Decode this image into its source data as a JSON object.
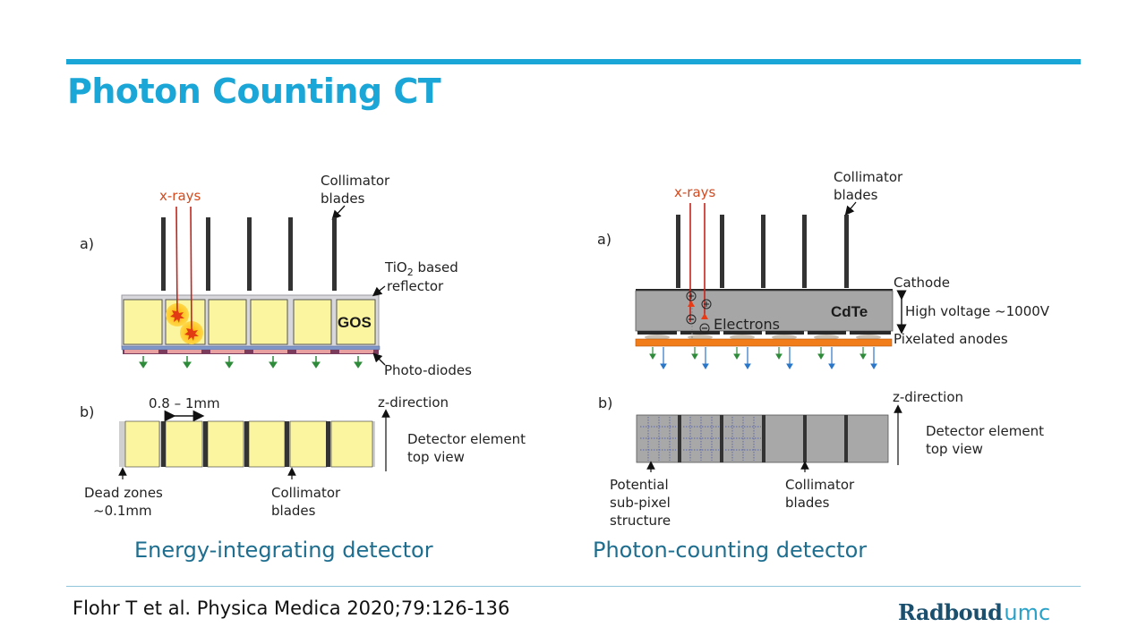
{
  "slide": {
    "title": "Photon Counting CT",
    "citation": "Flohr T et al. Physica Medica 2020;79:126-136",
    "logo": {
      "part1": "Radboud",
      "part2": "umc"
    },
    "colors": {
      "accent": "#1aa6d6",
      "caption": "#1e6e8f",
      "logo_dark": "#1b4f6e",
      "logo_light": "#2aa2c8"
    }
  },
  "left_panel": {
    "caption": "Energy-integrating detector",
    "a": {
      "tag": "a)",
      "xrays_label": "x-rays",
      "collimator_label_1": "Collimator",
      "collimator_label_2": "blades",
      "reflector_label_1a": "TiO",
      "reflector_label_1sub": "2",
      "reflector_label_1b": " based",
      "reflector_label_2": "reflector",
      "scintillator_label": "GOS",
      "photodiode_label": "Photo-diodes",
      "element_count": 6
    },
    "b": {
      "tag": "b)",
      "pitch_label": "0.8 – 1mm",
      "z_label": "z-direction",
      "view_label_1": "Detector element",
      "view_label_2": "top view",
      "dead_label_1": "Dead zones",
      "dead_label_2": "~0.1mm",
      "collimator_label_1": "Collimator",
      "collimator_label_2": "blades"
    }
  },
  "right_panel": {
    "caption": "Photon-counting detector",
    "a": {
      "tag": "a)",
      "xrays_label": "x-rays",
      "collimator_label_1": "Collimator",
      "collimator_label_2": "blades",
      "cathode_label": "Cathode",
      "voltage_label": "High voltage ~1000V",
      "anodes_label": "Pixelated anodes",
      "material_label": "CdTe",
      "electrons_label": "Electrons",
      "element_count": 6
    },
    "b": {
      "tag": "b)",
      "z_label": "z-direction",
      "view_label_1": "Detector element",
      "view_label_2": "top view",
      "subpixel_label_1": "Potential",
      "subpixel_label_2": "sub-pixel",
      "subpixel_label_3": "structure",
      "collimator_label_1": "Collimator",
      "collimator_label_2": "blades"
    }
  }
}
